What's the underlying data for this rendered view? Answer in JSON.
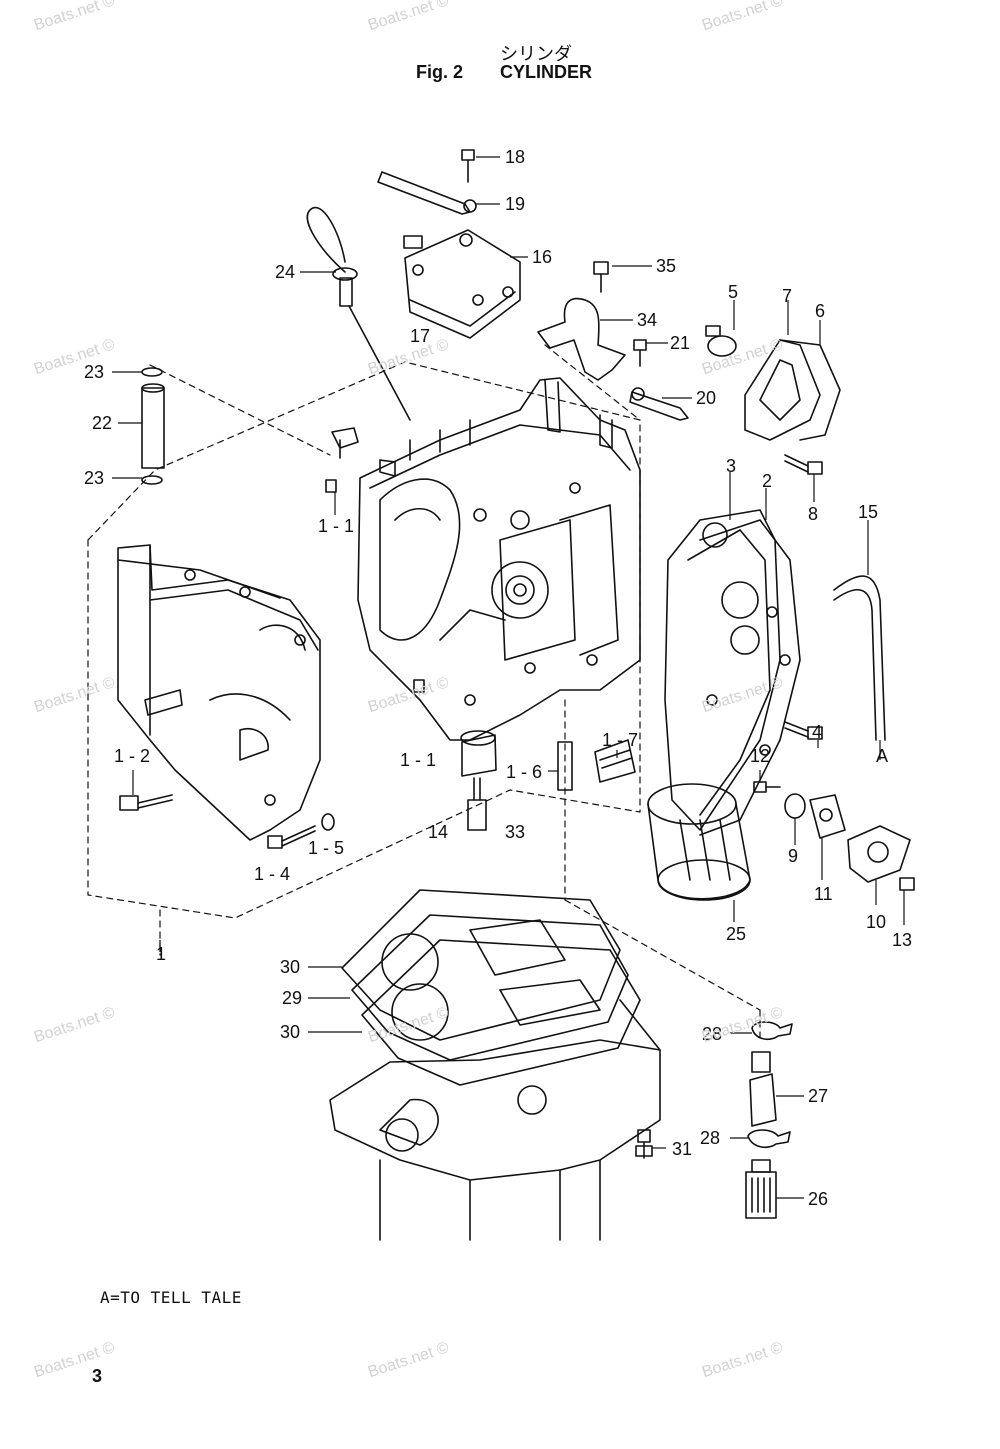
{
  "header": {
    "title_jp": "シリンダ",
    "fig_label": "Fig. 2",
    "title": "CYLINDER"
  },
  "watermark": "Boats.net ©",
  "note": "A=TO TELL TALE",
  "page_number": "3",
  "callouts": [
    {
      "id": "18",
      "label": "18"
    },
    {
      "id": "19",
      "label": "19"
    },
    {
      "id": "16",
      "label": "16"
    },
    {
      "id": "24",
      "label": "24"
    },
    {
      "id": "35",
      "label": "35"
    },
    {
      "id": "34",
      "label": "34"
    },
    {
      "id": "17",
      "label": "17"
    },
    {
      "id": "21",
      "label": "21"
    },
    {
      "id": "5",
      "label": "5"
    },
    {
      "id": "7",
      "label": "7"
    },
    {
      "id": "6",
      "label": "6"
    },
    {
      "id": "23a",
      "label": "23"
    },
    {
      "id": "22",
      "label": "22"
    },
    {
      "id": "23b",
      "label": "23"
    },
    {
      "id": "20",
      "label": "20"
    },
    {
      "id": "3",
      "label": "3"
    },
    {
      "id": "2",
      "label": "2"
    },
    {
      "id": "8",
      "label": "8"
    },
    {
      "id": "15",
      "label": "15"
    },
    {
      "id": "1-1a",
      "label": "1 - 1"
    },
    {
      "id": "4",
      "label": "4"
    },
    {
      "id": "A",
      "label": "A"
    },
    {
      "id": "1-2",
      "label": "1 - 2"
    },
    {
      "id": "1-1b",
      "label": "1 - 1"
    },
    {
      "id": "1-7",
      "label": "1 - 7"
    },
    {
      "id": "1-6",
      "label": "1 - 6"
    },
    {
      "id": "12",
      "label": "12"
    },
    {
      "id": "14",
      "label": "14"
    },
    {
      "id": "33",
      "label": "33"
    },
    {
      "id": "1-5",
      "label": "1 - 5"
    },
    {
      "id": "1-4",
      "label": "1 - 4"
    },
    {
      "id": "9",
      "label": "9"
    },
    {
      "id": "11",
      "label": "11"
    },
    {
      "id": "25",
      "label": "25"
    },
    {
      "id": "10",
      "label": "10"
    },
    {
      "id": "13",
      "label": "13"
    },
    {
      "id": "1",
      "label": "1"
    },
    {
      "id": "30a",
      "label": "30"
    },
    {
      "id": "29",
      "label": "29"
    },
    {
      "id": "30b",
      "label": "30"
    },
    {
      "id": "28a",
      "label": "28"
    },
    {
      "id": "27",
      "label": "27"
    },
    {
      "id": "28b",
      "label": "28"
    },
    {
      "id": "31",
      "label": "31"
    },
    {
      "id": "26",
      "label": "26"
    }
  ]
}
